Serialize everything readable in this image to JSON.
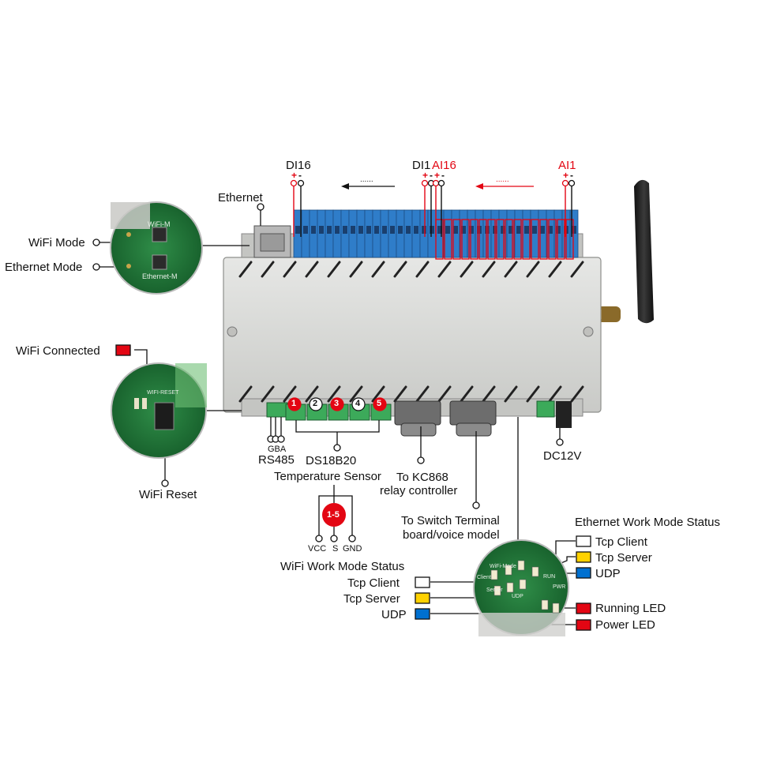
{
  "colors": {
    "red": "#e30613",
    "yellow": "#ffd200",
    "blue": "#0070d0",
    "white": "#ffffff",
    "terminal_blue": "#2f7dc9",
    "terminal_green": "#3caa5a",
    "case_gray": "#d7d8d6",
    "pcb_green": "#1f7a3a"
  },
  "labels": {
    "ethernet": "Ethernet",
    "wifi_mode": "WiFi Mode",
    "ethernet_mode": "Ethernet Mode",
    "wifi_connected": "WiFi Connected",
    "wifi_reset": "WiFi Reset",
    "di16": "DI16",
    "di1": "DI1",
    "ai16": "AI16",
    "ai1": "AI1",
    "polarity_plus": "+",
    "polarity_minus": "-",
    "rs485": "RS485",
    "rs485_pins": "GBA",
    "ds18b20": "DS18B20",
    "temperature_sensor": "Temperature Sensor",
    "sensor_range": "1-5",
    "vcc": "VCC",
    "s": "S",
    "gnd": "GND",
    "to_kc868_line1": "To KC868",
    "to_kc868_line2": "relay controller",
    "to_switch_line1": "To Switch Terminal",
    "to_switch_line2": "board/voice model",
    "dc12v": "DC12V",
    "wifi_work_mode_status": "WiFi Work Mode Status",
    "ethernet_work_mode_status": "Ethernet Work Mode Status",
    "wifi_tcp_client": "Tcp Client",
    "wifi_tcp_server": "Tcp Server",
    "wifi_udp": "UDP",
    "eth_tcp_client": "Tcp Client",
    "eth_tcp_server": "Tcp Server",
    "eth_udp": "UDP",
    "running_led": "Running LED",
    "power_led": "Power LED",
    "silk_wifi_m": "WiFi-M",
    "silk_ethernet_m": "Ethernet-M",
    "silk_wifi_reset": "WIFI-RESET",
    "silk_run": "RUN",
    "silk_pwr": "PWR",
    "silk_wifi_mode": "WiFi-Mode",
    "silk_udp": "UDP",
    "silk_client": "Client",
    "silk_server": "Server"
  },
  "sensor_ports": [
    "1",
    "2",
    "3",
    "4",
    "5"
  ]
}
